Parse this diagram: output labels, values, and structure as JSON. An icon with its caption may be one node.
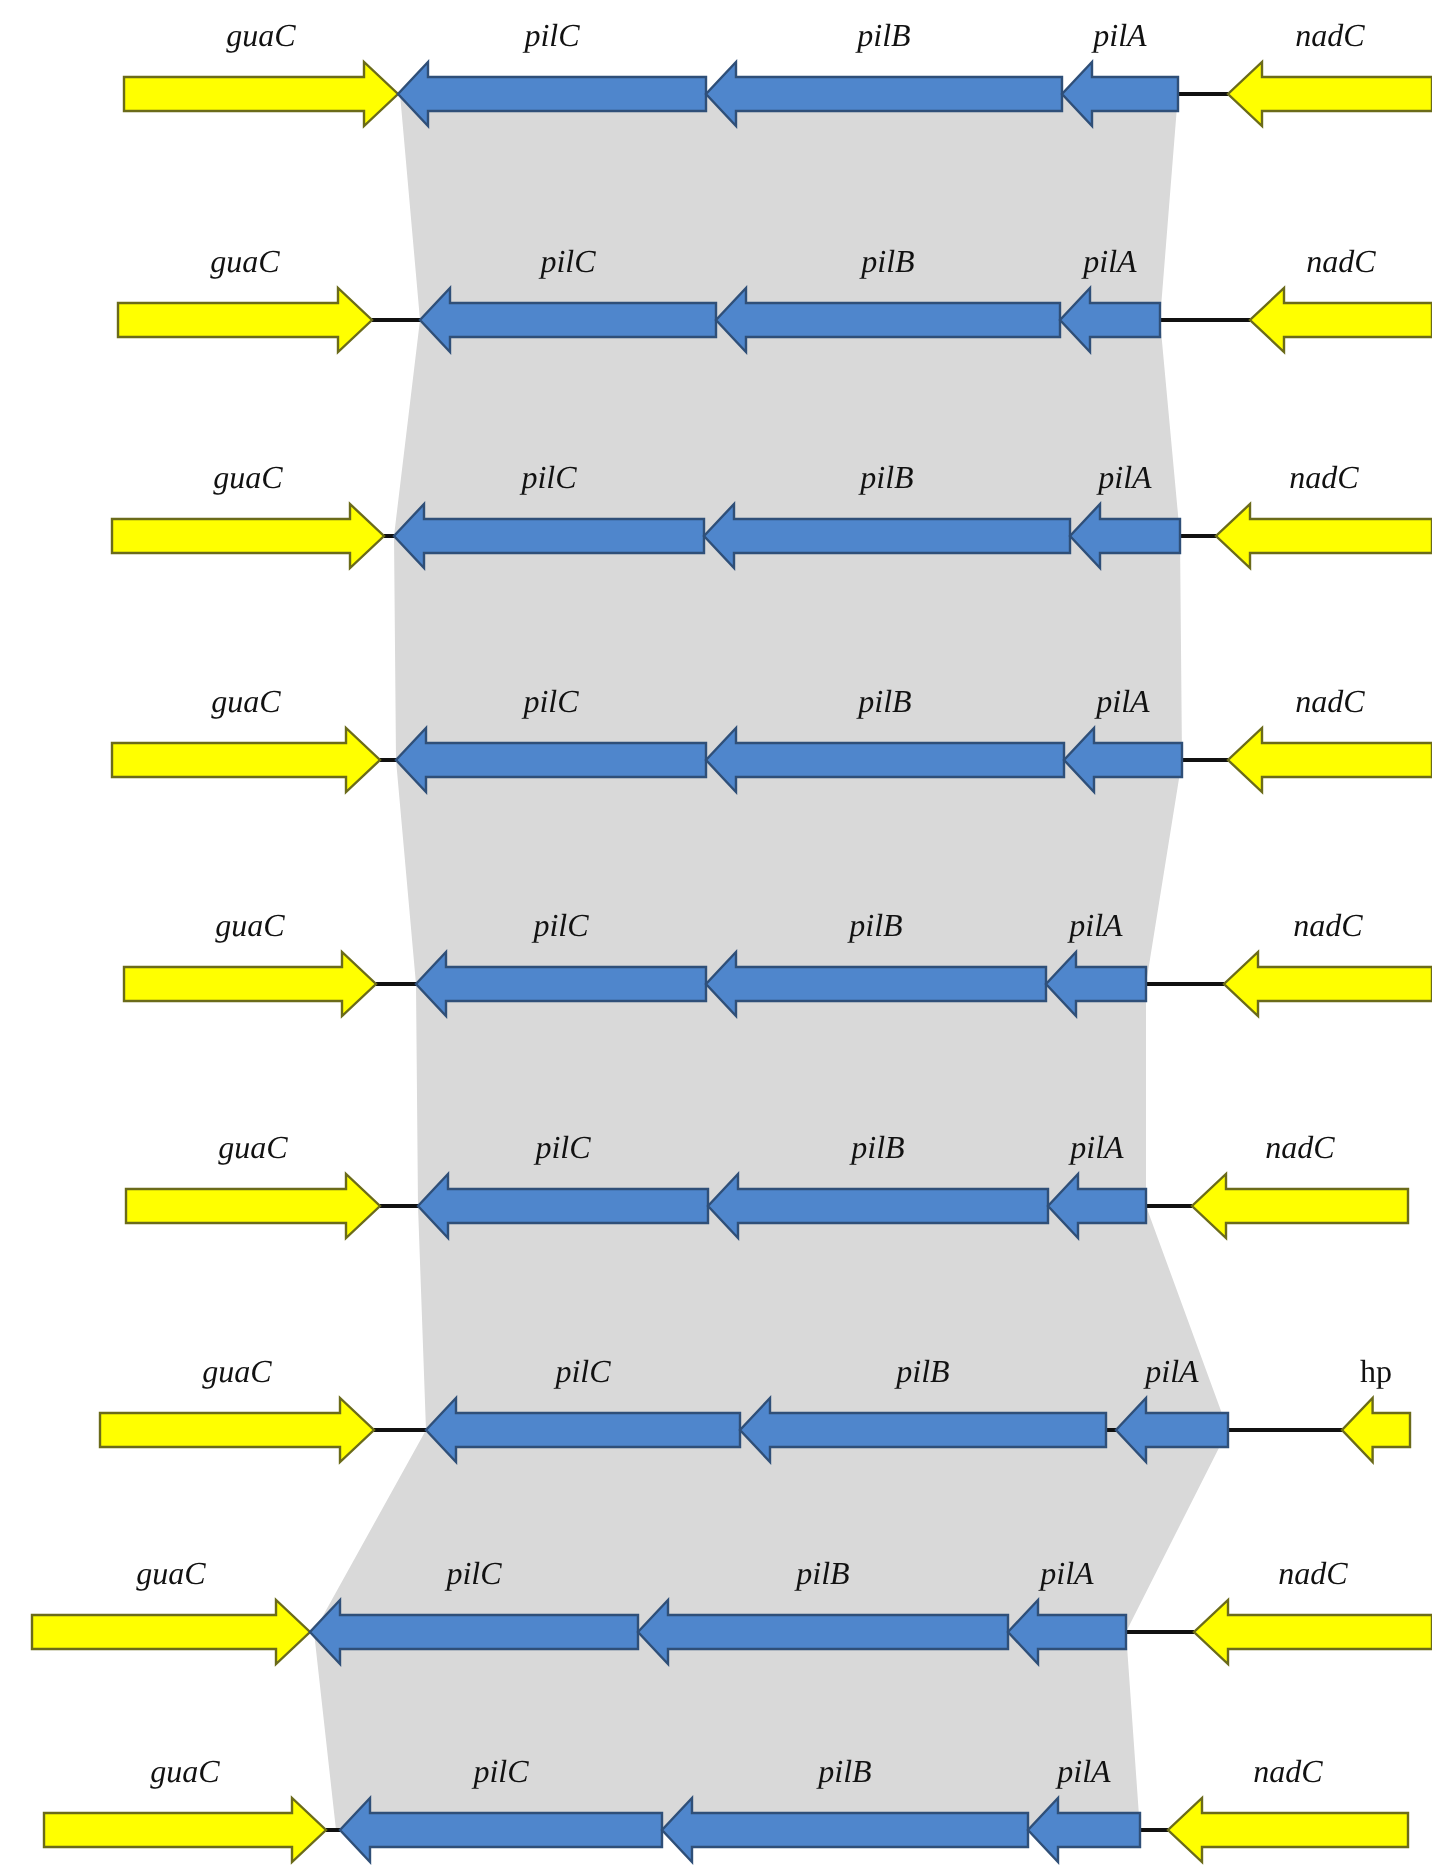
{
  "diagram": {
    "nodes": [
      {
        "text": [
          "guaC"
        ]
      },
      {
        "text": [
          "pilC"
        ]
      },
      {
        "text": [
          "pilB"
        ]
      },
      {
        "text": [
          "pilA"
        ]
      },
      {
        "text": [
          "nadC"
        ]
      },
      {
        "text": [
          "guaC"
        ]
      },
      {
        "text": [
          "pilC"
        ]
      },
      {
        "text": [
          "pilB"
        ]
      },
      {
        "text": [
          "pilA"
        ]
      },
      {
        "text": [
          "nadC"
        ]
      },
      {
        "text": [
          "guaC"
        ]
      },
      {
        "text": [
          "pilC"
        ]
      },
      {
        "text": [
          "pilB"
        ]
      },
      {
        "text": [
          "pilA"
        ]
      },
      {
        "text": [
          "nadC"
        ]
      },
      {
        "text": [
          "guaC"
        ]
      },
      {
        "text": [
          "pilC"
        ]
      },
      {
        "text": [
          "pilB"
        ]
      },
      {
        "text": [
          "pilA"
        ]
      },
      {
        "text": [
          "nadC"
        ]
      },
      {
        "text": [
          "guaC"
        ]
      },
      {
        "text": [
          "pilC"
        ]
      },
      {
        "text": [
          "pilB"
        ]
      },
      {
        "text": [
          "pilA"
        ]
      },
      {
        "text": [
          "nadC"
        ]
      },
      {
        "text": [
          "guaC"
        ]
      },
      {
        "text": [
          "pilC"
        ]
      },
      {
        "text": [
          "pilB"
        ]
      },
      {
        "text": [
          "pilA"
        ]
      },
      {
        "text": [
          "nadC"
        ]
      },
      {
        "text": [
          "guaC"
        ]
      },
      {
        "text": [
          "pilC"
        ]
      },
      {
        "text": [
          "pilB"
        ]
      },
      {
        "text": [
          "pilA"
        ]
      },
      {
        "text": [
          "hp"
        ]
      },
      {
        "text": [
          "guaC"
        ]
      },
      {
        "text": [
          "pilC"
        ]
      },
      {
        "text": [
          "pilB"
        ]
      },
      {
        "text": [
          "pilA"
        ]
      },
      {
        "text": [
          "nadC"
        ]
      },
      {
        "text": [
          "guaC"
        ]
      },
      {
        "text": [
          "pilC"
        ]
      },
      {
        "text": [
          "pilB"
        ]
      },
      {
        "text": [
          "pilA"
        ]
      },
      {
        "text": [
          "nadC"
        ]
      }
    ],
    "edges": [
      {
        "from": 3,
        "to": 4,
        "arrow": "none"
      },
      {
        "from": 5,
        "to": 6,
        "arrow": "none"
      },
      {
        "from": 8,
        "to": 9,
        "arrow": "none"
      },
      {
        "from": 10,
        "to": 11,
        "arrow": "none"
      },
      {
        "from": 13,
        "to": 14,
        "arrow": "none"
      },
      {
        "from": 15,
        "to": 16,
        "arrow": "none"
      },
      {
        "from": 18,
        "to": 19,
        "arrow": "none"
      },
      {
        "from": 20,
        "to": 21,
        "arrow": "none"
      },
      {
        "from": 23,
        "to": 24,
        "arrow": "none"
      },
      {
        "from": 25,
        "to": 26,
        "arrow": "none"
      },
      {
        "from": 28,
        "to": 29,
        "arrow": "none"
      },
      {
        "from": 30,
        "to": 31,
        "arrow": "none"
      },
      {
        "from": 32,
        "to": 33,
        "arrow": "none"
      },
      {
        "from": 33,
        "to": 34,
        "arrow": "none"
      },
      {
        "from": 38,
        "to": 39,
        "arrow": "none"
      },
      {
        "from": 40,
        "to": 41,
        "arrow": "none"
      },
      {
        "from": 43,
        "to": 44,
        "arrow": "none"
      }
    ]
  }
}
